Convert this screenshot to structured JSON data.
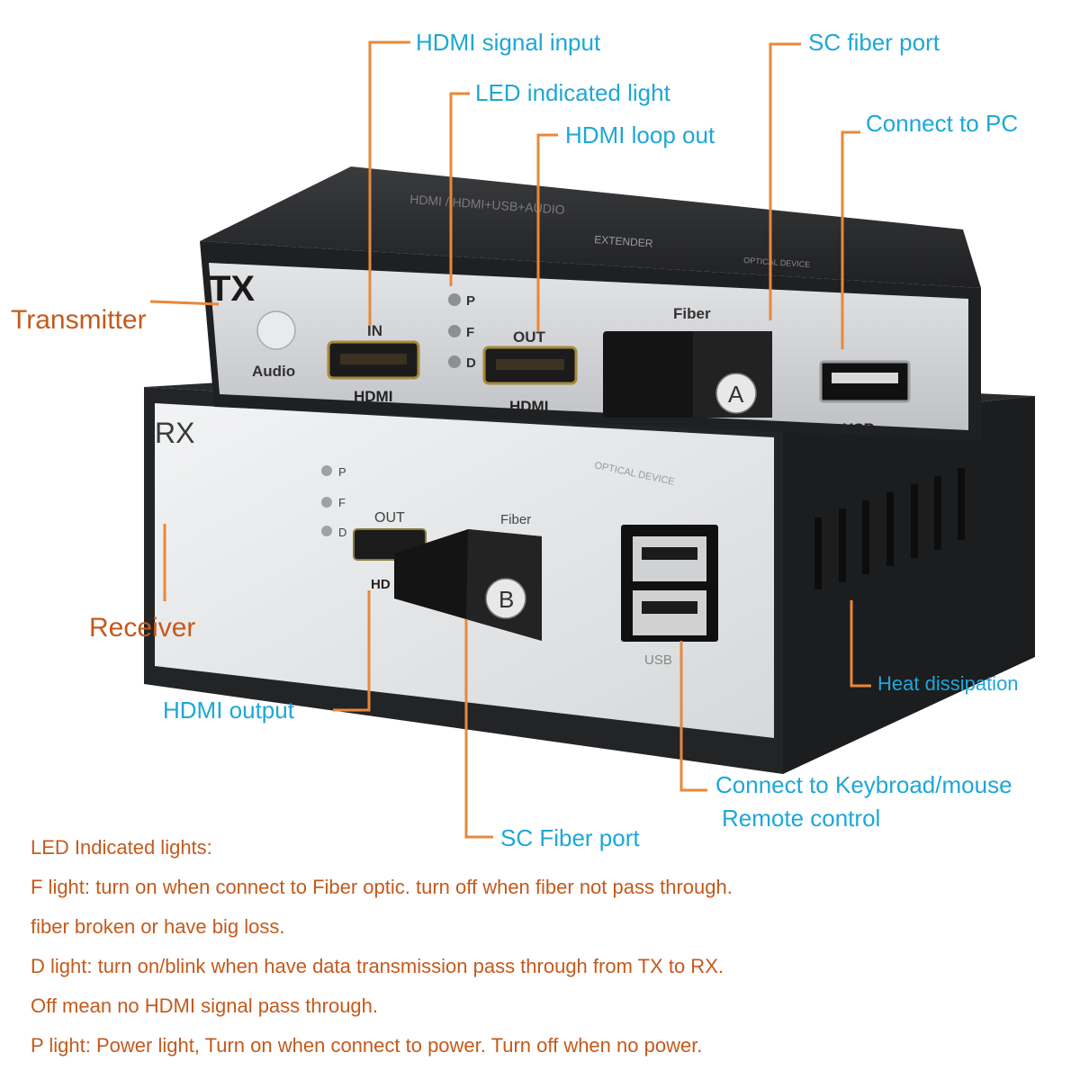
{
  "callouts": {
    "hdmi_signal_input": "HDMI signal input",
    "led_indicated_light": "LED indicated light",
    "hdmi_loop_out": "HDMI loop out",
    "sc_fiber_port_top": "SC fiber port",
    "connect_to_pc": "Connect to PC",
    "transmitter": "Transmitter",
    "receiver": "Receiver",
    "heat_dissipation": "Heat dissipation",
    "hdmi_output": "HDMI output",
    "connect_keyboard_line1": "Connect to Keybroad/mouse",
    "connect_keyboard_line2": "Remote control",
    "sc_fiber_port_bottom": "SC Fiber port"
  },
  "tx_device": {
    "panel_label": "TX",
    "audio_label": "Audio",
    "in_label": "IN",
    "hdmi_in_label": "HDMI",
    "led_p": "P",
    "led_f": "F",
    "led_d": "D",
    "out_label": "OUT",
    "hdmi_out_label": "HDMI",
    "fiber_label": "Fiber",
    "fiber_marker": "A",
    "usb_label": "USB",
    "top_print": "HDMI / HDMI+USB+AUDIO",
    "extender_print": "EXTENDER",
    "optical_print": "OPTICAL DEVICE"
  },
  "rx_device": {
    "panel_label": "RX",
    "led_p": "P",
    "led_f": "F",
    "led_d": "D",
    "out_label": "OUT",
    "hdmi_label": "HD",
    "fiber_label": "Fiber",
    "fiber_marker": "B",
    "usb_label": "USB",
    "optical_print": "OPTICAL DEVICE"
  },
  "notes": {
    "heading": "LED Indicated lights:",
    "f_light": "F light: turn on when connect to Fiber optic. turn off when fiber not pass through.",
    "f_light_cont": "fiber broken or have big loss.",
    "d_light": "D light: turn on/blink when have data transmission pass through from TX to RX.",
    "d_light_cont": "Off mean no HDMI signal pass through.",
    "p_light": "P light: Power light, Turn on when connect to power. Turn off when no power."
  },
  "colors": {
    "callout_cyan": "#1ea7d6",
    "callout_orange": "#c45a1c",
    "leader_line": "#e8883a",
    "device_body": "#2b2b2b",
    "device_panel": "#d9dadc"
  }
}
